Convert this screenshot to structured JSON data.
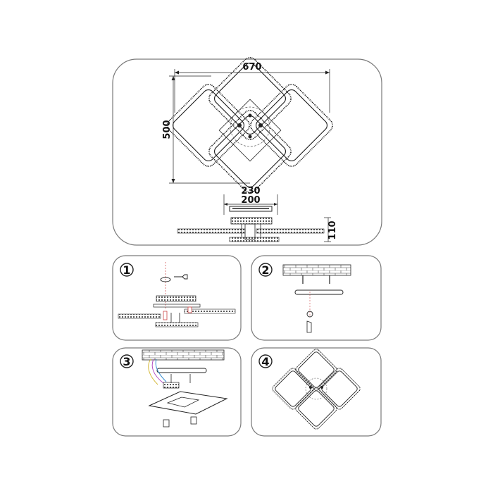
{
  "top_view": {
    "width_label": "670",
    "height_label": "500"
  },
  "side_view": {
    "width_outer_label": "230",
    "width_inner_label": "200",
    "height_label": "110"
  },
  "steps": [
    {
      "number": "1"
    },
    {
      "number": "2"
    },
    {
      "number": "3"
    },
    {
      "number": "4"
    }
  ],
  "colors": {
    "panel_border": "#7a7a7a",
    "line": "#222222"
  }
}
